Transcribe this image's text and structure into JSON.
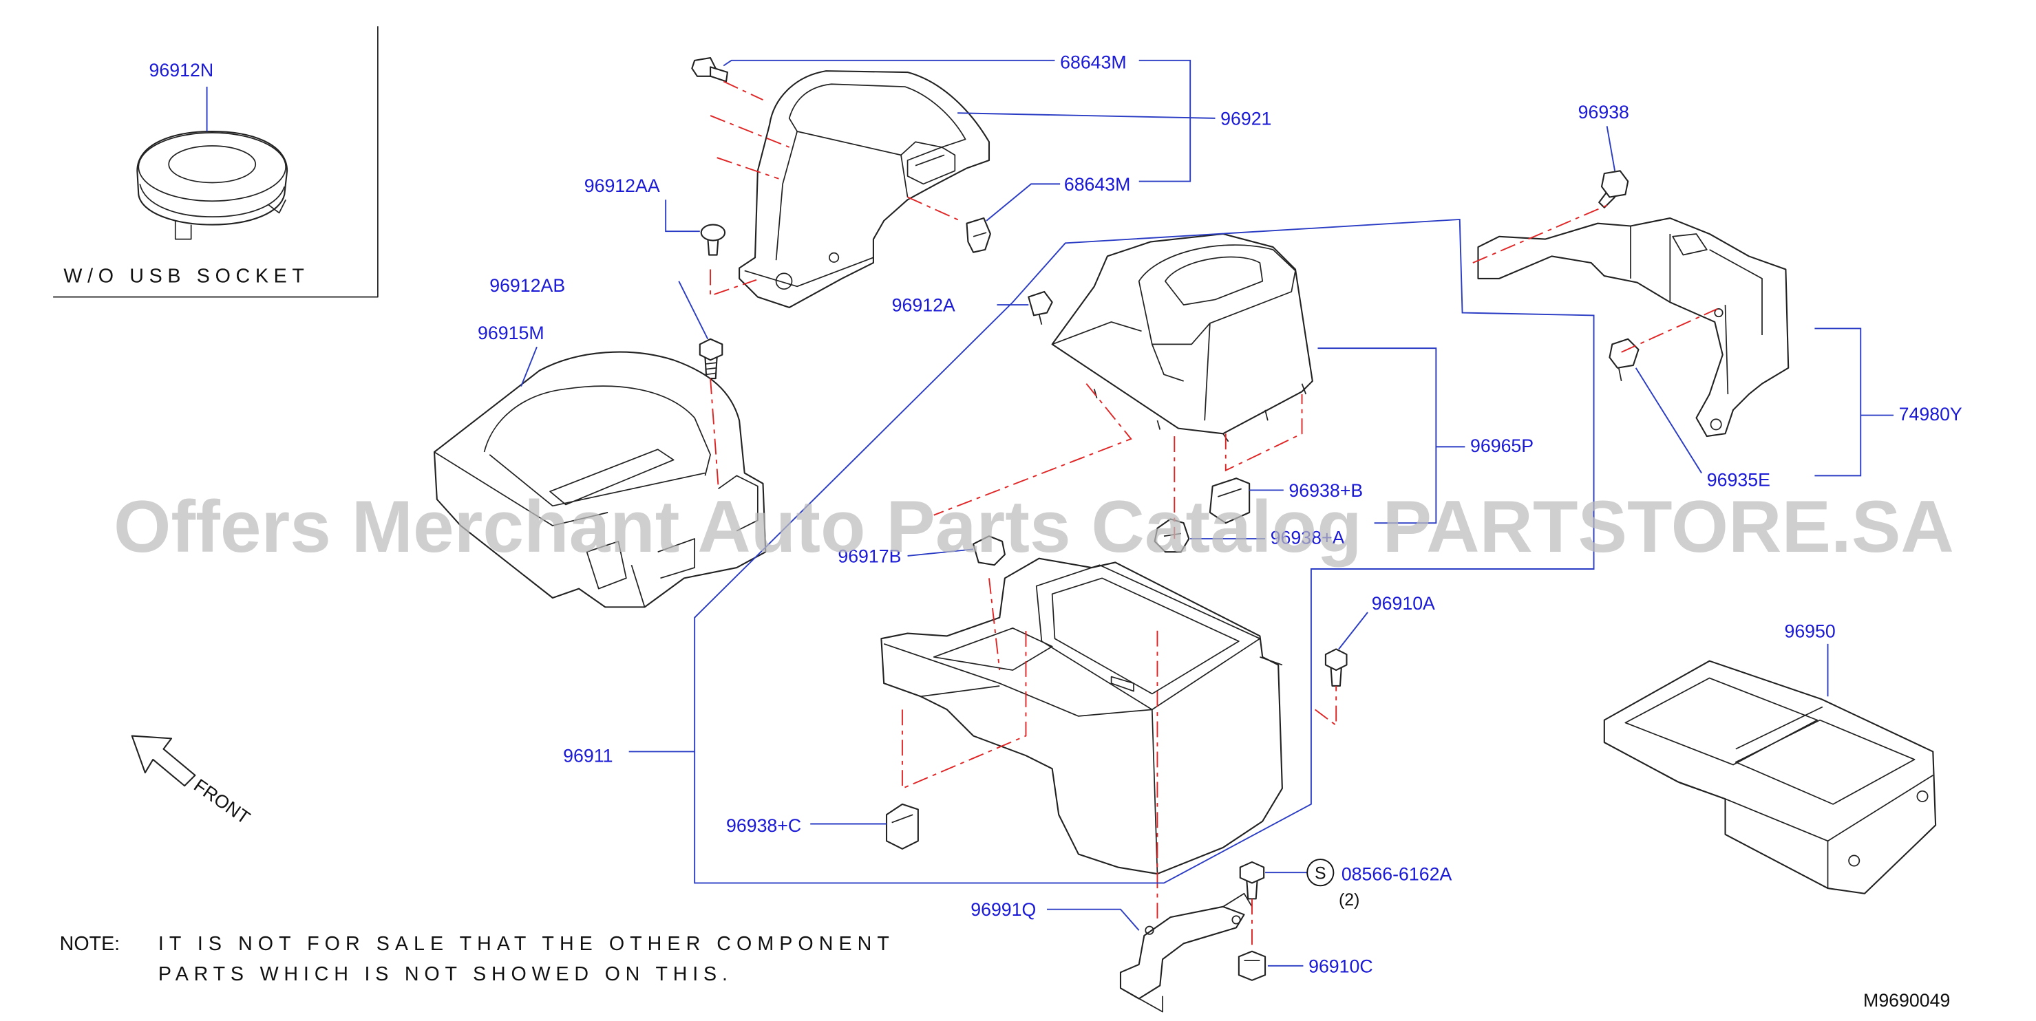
{
  "watermark": "Offers Merchant Auto Parts Catalog PARTSTORE.SA",
  "inset": {
    "part": "96912N",
    "caption": "W/O USB SOCKET"
  },
  "callouts": [
    {
      "part": "96912N"
    },
    {
      "part": "68643M"
    },
    {
      "part": "96921"
    },
    {
      "part": "96912AA"
    },
    {
      "part": "68643M"
    },
    {
      "part": "96912AB"
    },
    {
      "part": "96915M"
    },
    {
      "part": "96912A"
    },
    {
      "part": "96938"
    },
    {
      "part": "74980Y"
    },
    {
      "part": "96935E"
    },
    {
      "part": "96965P"
    },
    {
      "part": "96938+B"
    },
    {
      "part": "96938+A"
    },
    {
      "part": "96917B"
    },
    {
      "part": "96910A"
    },
    {
      "part": "96950"
    },
    {
      "part": "96911"
    },
    {
      "part": "96938+C"
    },
    {
      "part": "08566-6162A"
    },
    {
      "part": "96991Q"
    },
    {
      "part": "96910C"
    }
  ],
  "bolt_symbol": "S",
  "quantity_note": "(2)",
  "front_label": "FRONT",
  "note": {
    "prefix": "NOTE:",
    "line1": "IT IS NOT FOR SALE THAT THE OTHER COMPONENT",
    "line2": "PARTS WHICH IS NOT SHOWED ON THIS."
  },
  "diagram_id": "M9690049",
  "colors": {
    "callout": "#1a1ad6",
    "leader": "#2a3cc4",
    "centerline": "#e02424",
    "watermark": "#bdbdbd"
  }
}
